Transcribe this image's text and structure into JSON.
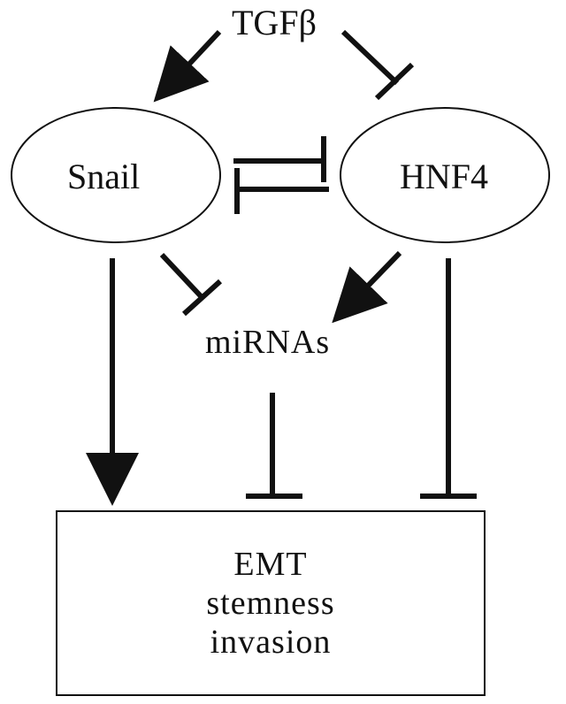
{
  "nodes": {
    "tgfb": "TGFβ",
    "snail": "Snail",
    "hnf4": "HNF4",
    "mirnas": "miRNAs"
  },
  "outcome": {
    "line1": "EMT",
    "line2": "stemness",
    "line3": "invasion"
  },
  "edges": [
    {
      "from": "TGFβ",
      "to": "Snail",
      "type": "activation"
    },
    {
      "from": "TGFβ",
      "to": "HNF4",
      "type": "inhibition"
    },
    {
      "from": "Snail",
      "to": "HNF4",
      "type": "inhibition"
    },
    {
      "from": "HNF4",
      "to": "Snail",
      "type": "inhibition"
    },
    {
      "from": "Snail",
      "to": "miRNAs",
      "type": "inhibition"
    },
    {
      "from": "HNF4",
      "to": "miRNAs",
      "type": "activation"
    },
    {
      "from": "Snail",
      "to": "EMT stemness invasion",
      "type": "activation"
    },
    {
      "from": "miRNAs",
      "to": "EMT stemness invasion",
      "type": "inhibition"
    },
    {
      "from": "HNF4",
      "to": "EMT stemness invasion",
      "type": "inhibition"
    }
  ],
  "colors": {
    "stroke": "#111111",
    "background": "#ffffff"
  }
}
